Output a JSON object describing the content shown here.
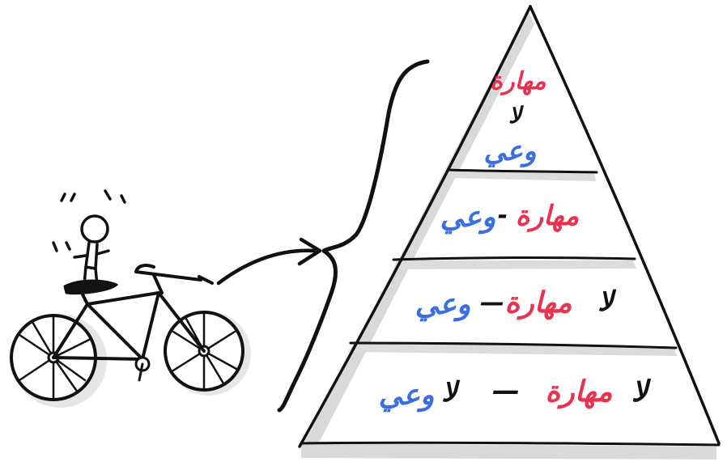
{
  "colors": {
    "skill": "#e8334f",
    "awareness": "#3b6fe0",
    "ink": "#111111",
    "shadow": "#d9d9d9"
  },
  "pyramid": {
    "levels": [
      {
        "order": 1,
        "skill_text": "مهارة",
        "negation_skill": "لا",
        "awareness_text": "وعي",
        "separator": ""
      },
      {
        "order": 2,
        "skill_text": "مهارة",
        "separator": "-",
        "awareness_text": "وعي"
      },
      {
        "order": 3,
        "negation_skill": "لا",
        "skill_text": "مهارة",
        "separator": "—",
        "awareness_text": "وعي"
      },
      {
        "order": 4,
        "negation_skill": "لا",
        "skill_text": "مهارة",
        "separator": "—",
        "negation_awareness": "لا",
        "awareness_text": "وعي"
      }
    ]
  },
  "illustration": {
    "subject": "stick-figure-on-bicycle",
    "connector": "arrow-to-brace"
  }
}
